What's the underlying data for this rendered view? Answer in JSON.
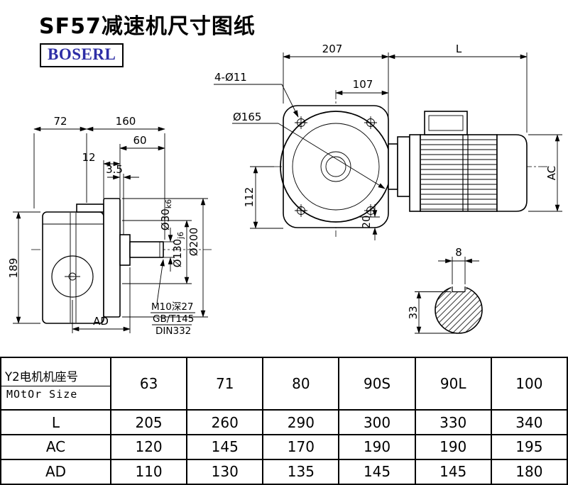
{
  "page": {
    "title": "SF57减速机尺寸图纸",
    "brand": "BOSERL"
  },
  "drawing": {
    "left_view": {
      "dim_72": "72",
      "dim_160": "160",
      "dim_60": "60",
      "dim_12": "12",
      "dim_3_5": "3.5",
      "dim_189": "189",
      "dim_ad": "AD",
      "dia_shaft": "Ø30",
      "dia_shaft_tol": "k6",
      "dia_spigot": "Ø130",
      "dia_spigot_tol": "j6",
      "dia_flange": "Ø200",
      "note_line1": "M10深27",
      "note_line2": "GB/T145",
      "note_line3": "DIN332"
    },
    "front_view": {
      "dim_207": "207",
      "dim_l": "L",
      "holes": "4-Ø11",
      "dim_107": "107",
      "dia_165": "Ø165",
      "dim_112": "112",
      "dim_20": "20",
      "dim_ac": "AC"
    },
    "shaft_view": {
      "dim_8": "8",
      "dim_33": "33"
    }
  },
  "table": {
    "header": {
      "label_line1": "Y2电机机座号",
      "label_line2": "MOtOr Size",
      "columns": [
        "63",
        "71",
        "80",
        "90S",
        "90L",
        "100"
      ]
    },
    "rows": [
      {
        "label": "L",
        "values": [
          "205",
          "260",
          "290",
          "300",
          "330",
          "340"
        ]
      },
      {
        "label": "AC",
        "values": [
          "120",
          "145",
          "170",
          "190",
          "190",
          "195"
        ]
      },
      {
        "label": "AD",
        "values": [
          "110",
          "130",
          "135",
          "145",
          "145",
          "180"
        ]
      }
    ]
  }
}
